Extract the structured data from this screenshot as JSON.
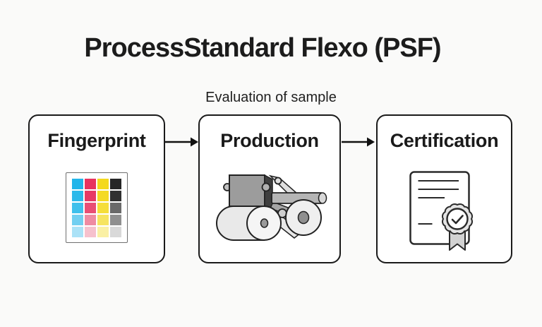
{
  "page": {
    "background_color": "#fafaf9"
  },
  "header": {
    "title": "ProcessStandard Flexo (PSF)"
  },
  "flow": {
    "annotation": "Evaluation of sample",
    "steps": [
      {
        "label": "Fingerprint",
        "icon": "color-test-chart-icon"
      },
      {
        "label": "Production",
        "icon": "printing-press-icon"
      },
      {
        "label": "Certification",
        "icon": "certificate-seal-icon"
      }
    ],
    "connector": "arrow-right-icon"
  },
  "icons": {
    "fingerprint_swatch_rows": [
      [
        "#22b5ea",
        "#e8335f",
        "#f4d91d",
        "#262626"
      ],
      [
        "#2db9ea",
        "#e73a65",
        "#f4da24",
        "#303030"
      ],
      [
        "#3fc0ec",
        "#e94e74",
        "#f5de3a",
        "#6a6a6a"
      ],
      [
        "#72cff1",
        "#ef8ba2",
        "#f6e460",
        "#909090"
      ],
      [
        "#abe2f7",
        "#f6c1cd",
        "#faf0a4",
        "#d9d9d9"
      ]
    ]
  },
  "colors": {
    "background": "#fafaf9",
    "box_border": "#1a1a1a",
    "box_fill": "#ffffff",
    "text": "#1d1d1d",
    "arrow": "#111111"
  }
}
